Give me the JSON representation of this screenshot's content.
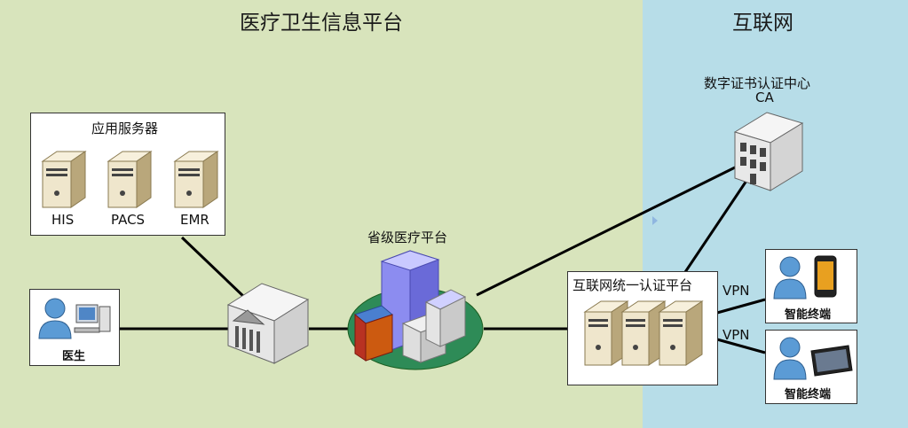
{
  "regions": {
    "left_title": "医疗卫生信息平台",
    "right_title": "互联网"
  },
  "app_servers": {
    "title": "应用服务器",
    "servers": [
      "HIS",
      "PACS",
      "EMR"
    ]
  },
  "doctor": {
    "label": "医生"
  },
  "provincial": {
    "label": "省级医疗平台"
  },
  "ca": {
    "title": "数字证书认证中心",
    "subtitle": "CA"
  },
  "auth_platform": {
    "title": "互联网统一认证平台"
  },
  "terminals": [
    {
      "label": "智能终端",
      "link_label": "VPN"
    },
    {
      "label": "智能终端",
      "link_label": "VPN"
    }
  ],
  "colors": {
    "left_bg": "#d8e4bc",
    "right_bg": "#b7dde8",
    "ellipse": "#2e8b57",
    "server": "#efe6cc",
    "person": "#5b9bd5"
  }
}
